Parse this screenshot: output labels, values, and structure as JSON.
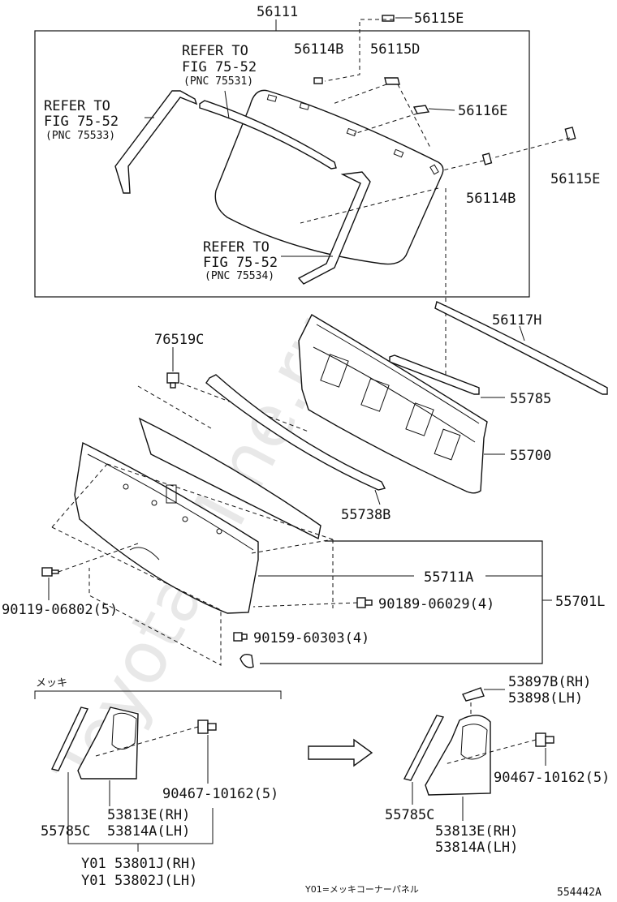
{
  "watermark": "Toyota-Mine.ru",
  "labels": {
    "p56111": "56111",
    "p56115E_top": "56115E",
    "p56114B_top": "56114B",
    "p56115D": "56115D",
    "p56116E": "56116E",
    "p56115E_right": "56115E",
    "p56114B_right": "56114B",
    "refer1_l1": "REFER TO",
    "refer1_l2": "FIG 75-52",
    "refer1_l3": "(PNC 75531)",
    "refer2_l1": "REFER TO",
    "refer2_l2": "FIG 75-52",
    "refer2_l3": "(PNC 75533)",
    "refer3_l1": "REFER TO",
    "refer3_l2": "FIG 75-52",
    "refer3_l3": "(PNC 75534)",
    "p56117H": "56117H",
    "p76519C": "76519C",
    "p55785": "55785",
    "p55700": "55700",
    "p55738B": "55738B",
    "p55711A": "55711A",
    "p55701L": "55701L",
    "p90119": "90119-06802(5)",
    "p90189": "90189-06029(4)",
    "p90159": "90159-60303(4)",
    "mekki": "メッキ",
    "p90467_left": "90467-10162(5)",
    "p53813E_left": "53813E(RH)",
    "p55785C_left": "55785C",
    "p53814A_left": "53814A(LH)",
    "y01_rh": "Y01 53801J(RH)",
    "y01_lh": "Y01 53802J(LH)",
    "p53897B": "53897B(RH)",
    "p53898": "53898(LH)",
    "p90467_right": "90467-10162(5)",
    "p55785C_right": "55785C",
    "p53813E_right": "53813E(RH)",
    "p53814A_right": "53814A(LH)",
    "footnote": "Y01=メッキコーナーパネル",
    "diagram_id": "554442A"
  }
}
